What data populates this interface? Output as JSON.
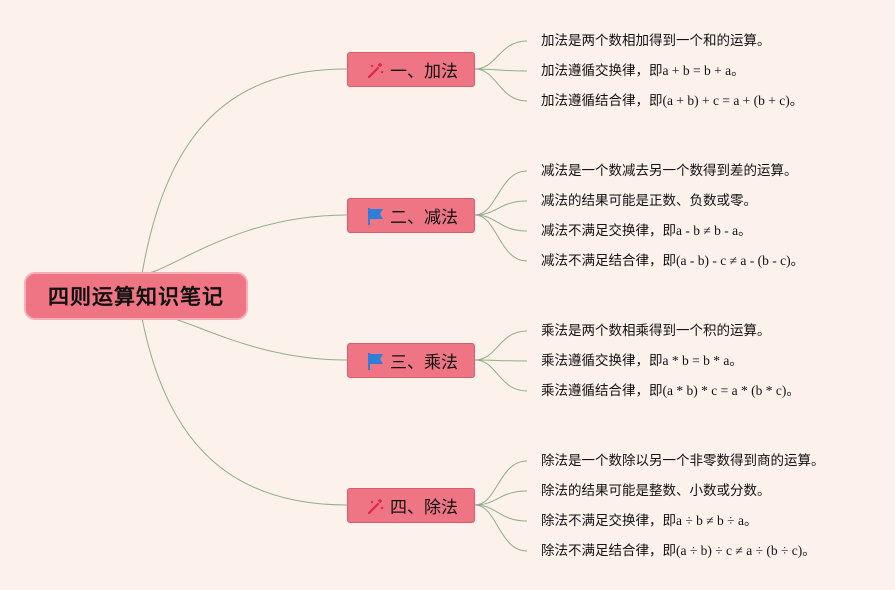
{
  "root": {
    "label": "四则运算知识笔记"
  },
  "branches": [
    {
      "label": "一、加法",
      "icon": "sparkle-wand-icon",
      "leaves": [
        "加法是两个数相加得到一个和的运算。",
        "加法遵循交换律，即a + b = b + a。",
        "加法遵循结合律，即(a + b) + c = a + (b + c)。"
      ]
    },
    {
      "label": "二、减法",
      "icon": "flag-icon",
      "leaves": [
        "减法是一个数减去另一个数得到差的运算。",
        "减法的结果可能是正数、负数或零。",
        "减法不满足交换律，即a - b ≠ b - a。",
        "减法不满足结合律，即(a - b) - c ≠ a - (b - c)。"
      ]
    },
    {
      "label": "三、乘法",
      "icon": "flag-icon",
      "leaves": [
        "乘法是两个数相乘得到一个积的运算。",
        "乘法遵循交换律，即a * b = b * a。",
        "乘法遵循结合律，即(a * b) * c = a * (b * c)。"
      ]
    },
    {
      "label": "四、除法",
      "icon": "sparkle-wand-icon",
      "leaves": [
        "除法是一个数除以另一个非零数得到商的运算。",
        "除法的结果可能是整数、小数或分数。",
        "除法不满足交换律，即a ÷ b ≠ b ÷ a。",
        "除法不满足结合律，即(a ÷ b) ÷ c ≠ a ÷ (b ÷ c)。"
      ]
    }
  ],
  "colors": {
    "background": "#fdf1ec",
    "node": "#ef7585",
    "line": "#8fae86",
    "flag": "#2f7fd8",
    "wand": "#e0244a"
  }
}
